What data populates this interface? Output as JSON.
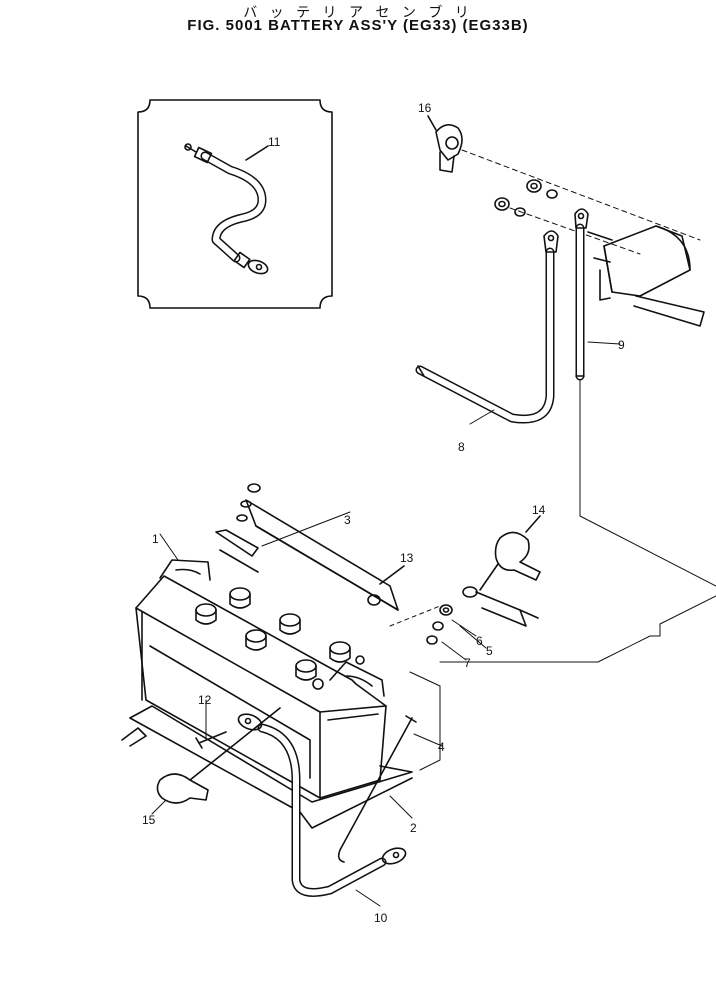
{
  "title": {
    "japanese": "バ ッ テ リ ア セ ン ブ リ",
    "figure": "FIG. 5001  BATTERY ASS'Y (EG33) (EG33B)"
  },
  "callouts": [
    "1",
    "2",
    "3",
    "4",
    "5",
    "6",
    "7",
    "8",
    "9",
    "10",
    "11",
    "12",
    "13",
    "14",
    "15",
    "16"
  ],
  "colors": {
    "line": "#111111",
    "paper": "#ffffff"
  }
}
